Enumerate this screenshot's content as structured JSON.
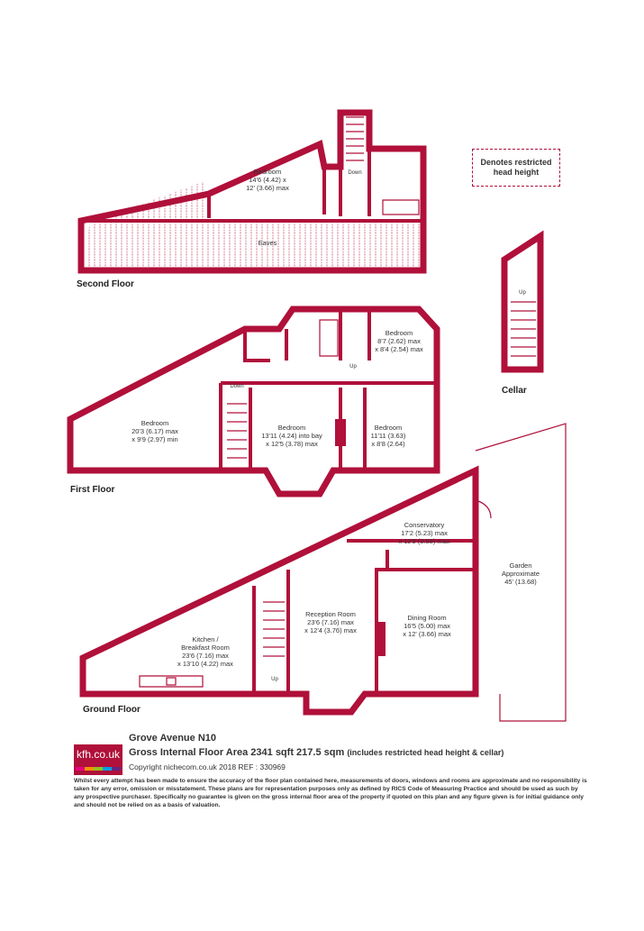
{
  "legend": {
    "restricted_line1": "Denotes restricted",
    "restricted_line2": "head height"
  },
  "floors": {
    "second": {
      "label": "Second Floor",
      "bedroom": {
        "name": "Bedroom",
        "dims1": "14'6 (4.42) x",
        "dims2": "12' (3.66) max"
      },
      "eaves": "Eaves",
      "down": "Down"
    },
    "cellar": {
      "label": "Cellar",
      "up": "Up"
    },
    "first": {
      "label": "First Floor",
      "bedroom_left": {
        "name": "Bedroom",
        "dims1": "20'3 (6.17) max",
        "dims2": "x 9'9 (2.97) min"
      },
      "bedroom_mid": {
        "name": "Bedroom",
        "dims1": "13'11 (4.24) into bay",
        "dims2": "x 12'5 (3.78) max"
      },
      "bedroom_right": {
        "name": "Bedroom",
        "dims1": "11'11 (3.63)",
        "dims2": "x 8'8 (2.64)"
      },
      "bedroom_top": {
        "name": "Bedroom",
        "dims1": "8'7 (2.62) max",
        "dims2": "x 8'4 (2.54) max"
      },
      "down": "Down",
      "up": "Up"
    },
    "ground": {
      "label": "Ground Floor",
      "kitchen": {
        "name1": "Kitchen /",
        "name2": "Breakfast Room",
        "dims1": "23'6 (7.16) max",
        "dims2": "x 13'10 (4.22) max"
      },
      "reception": {
        "name": "Reception Room",
        "dims1": "23'6 (7.16) max",
        "dims2": "x 12'4 (3.76) max"
      },
      "dining": {
        "name": "Dining Room",
        "dims1": "16'5 (5.00) max",
        "dims2": "x 12' (3.66) max"
      },
      "conservatory": {
        "name": "Conservatory",
        "dims1": "17'2 (5.23) max",
        "dims2": "x 11'9 (3.58) max"
      },
      "garden": {
        "name1": "Garden",
        "name2": "Approximate",
        "dims": "45' (13.68)"
      },
      "up": "Up"
    }
  },
  "info": {
    "address": "Grove Avenue  N10",
    "area": "Gross Internal Floor Area 2341 sqft 217.5 sqm",
    "area_note": "(includes restricted head height & cellar)",
    "copyright": "Copyright nichecom.co.uk 2018 REF : 330969"
  },
  "logo": {
    "text": "kfh.co.uk",
    "colors": [
      "#e6007e",
      "#f39200",
      "#95c11f",
      "#009fe3",
      "#662483"
    ]
  },
  "disclaimer": "Whilst every attempt has been made to ensure the accuracy of the floor plan contained here, measurements of doors, windows and rooms are approximate and no responsibility is taken for any error, omission or misstatement.  These plans are for representation purposes only as defined by RICS Code of Measuring Practice and should be used as such by any prospective purchaser.  Specifically no guarantee is given on the gross internal floor area of the property if quoted on this plan and any figure given is for initial guidance only and should not be relied on as a basis of valuation.",
  "colors": {
    "wall": "#b0103a"
  }
}
